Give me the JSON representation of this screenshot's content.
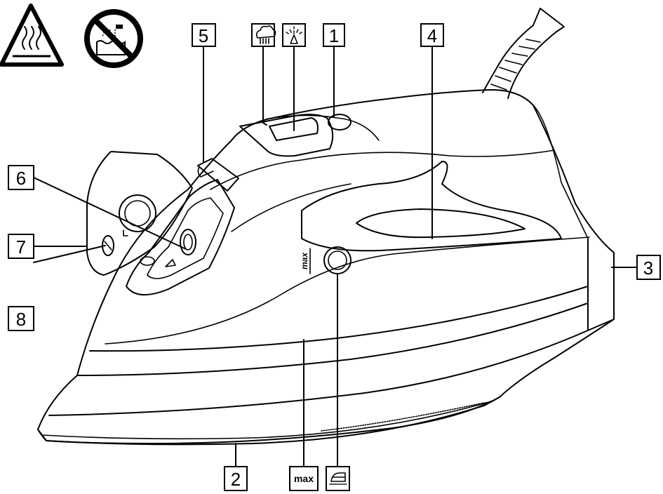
{
  "callouts": [
    {
      "id": "1",
      "label": "1"
    },
    {
      "id": "2",
      "label": "2"
    },
    {
      "id": "3",
      "label": "3"
    },
    {
      "id": "4",
      "label": "4"
    },
    {
      "id": "5",
      "label": "5"
    },
    {
      "id": "6",
      "label": "6"
    },
    {
      "id": "7",
      "label": "7"
    },
    {
      "id": "8",
      "label": "8"
    }
  ],
  "fill_line_label": "max",
  "max_symbol_label": "max",
  "icons": {
    "hot_surface": "hot-surface-warning-icon",
    "no_water_immersion": "no-immersion-icon",
    "burst_of_steam": "burst-of-steam-icon",
    "spray": "spray-icon",
    "self_clean": "self-clean-icon",
    "max_fill": "max-fill-icon"
  }
}
